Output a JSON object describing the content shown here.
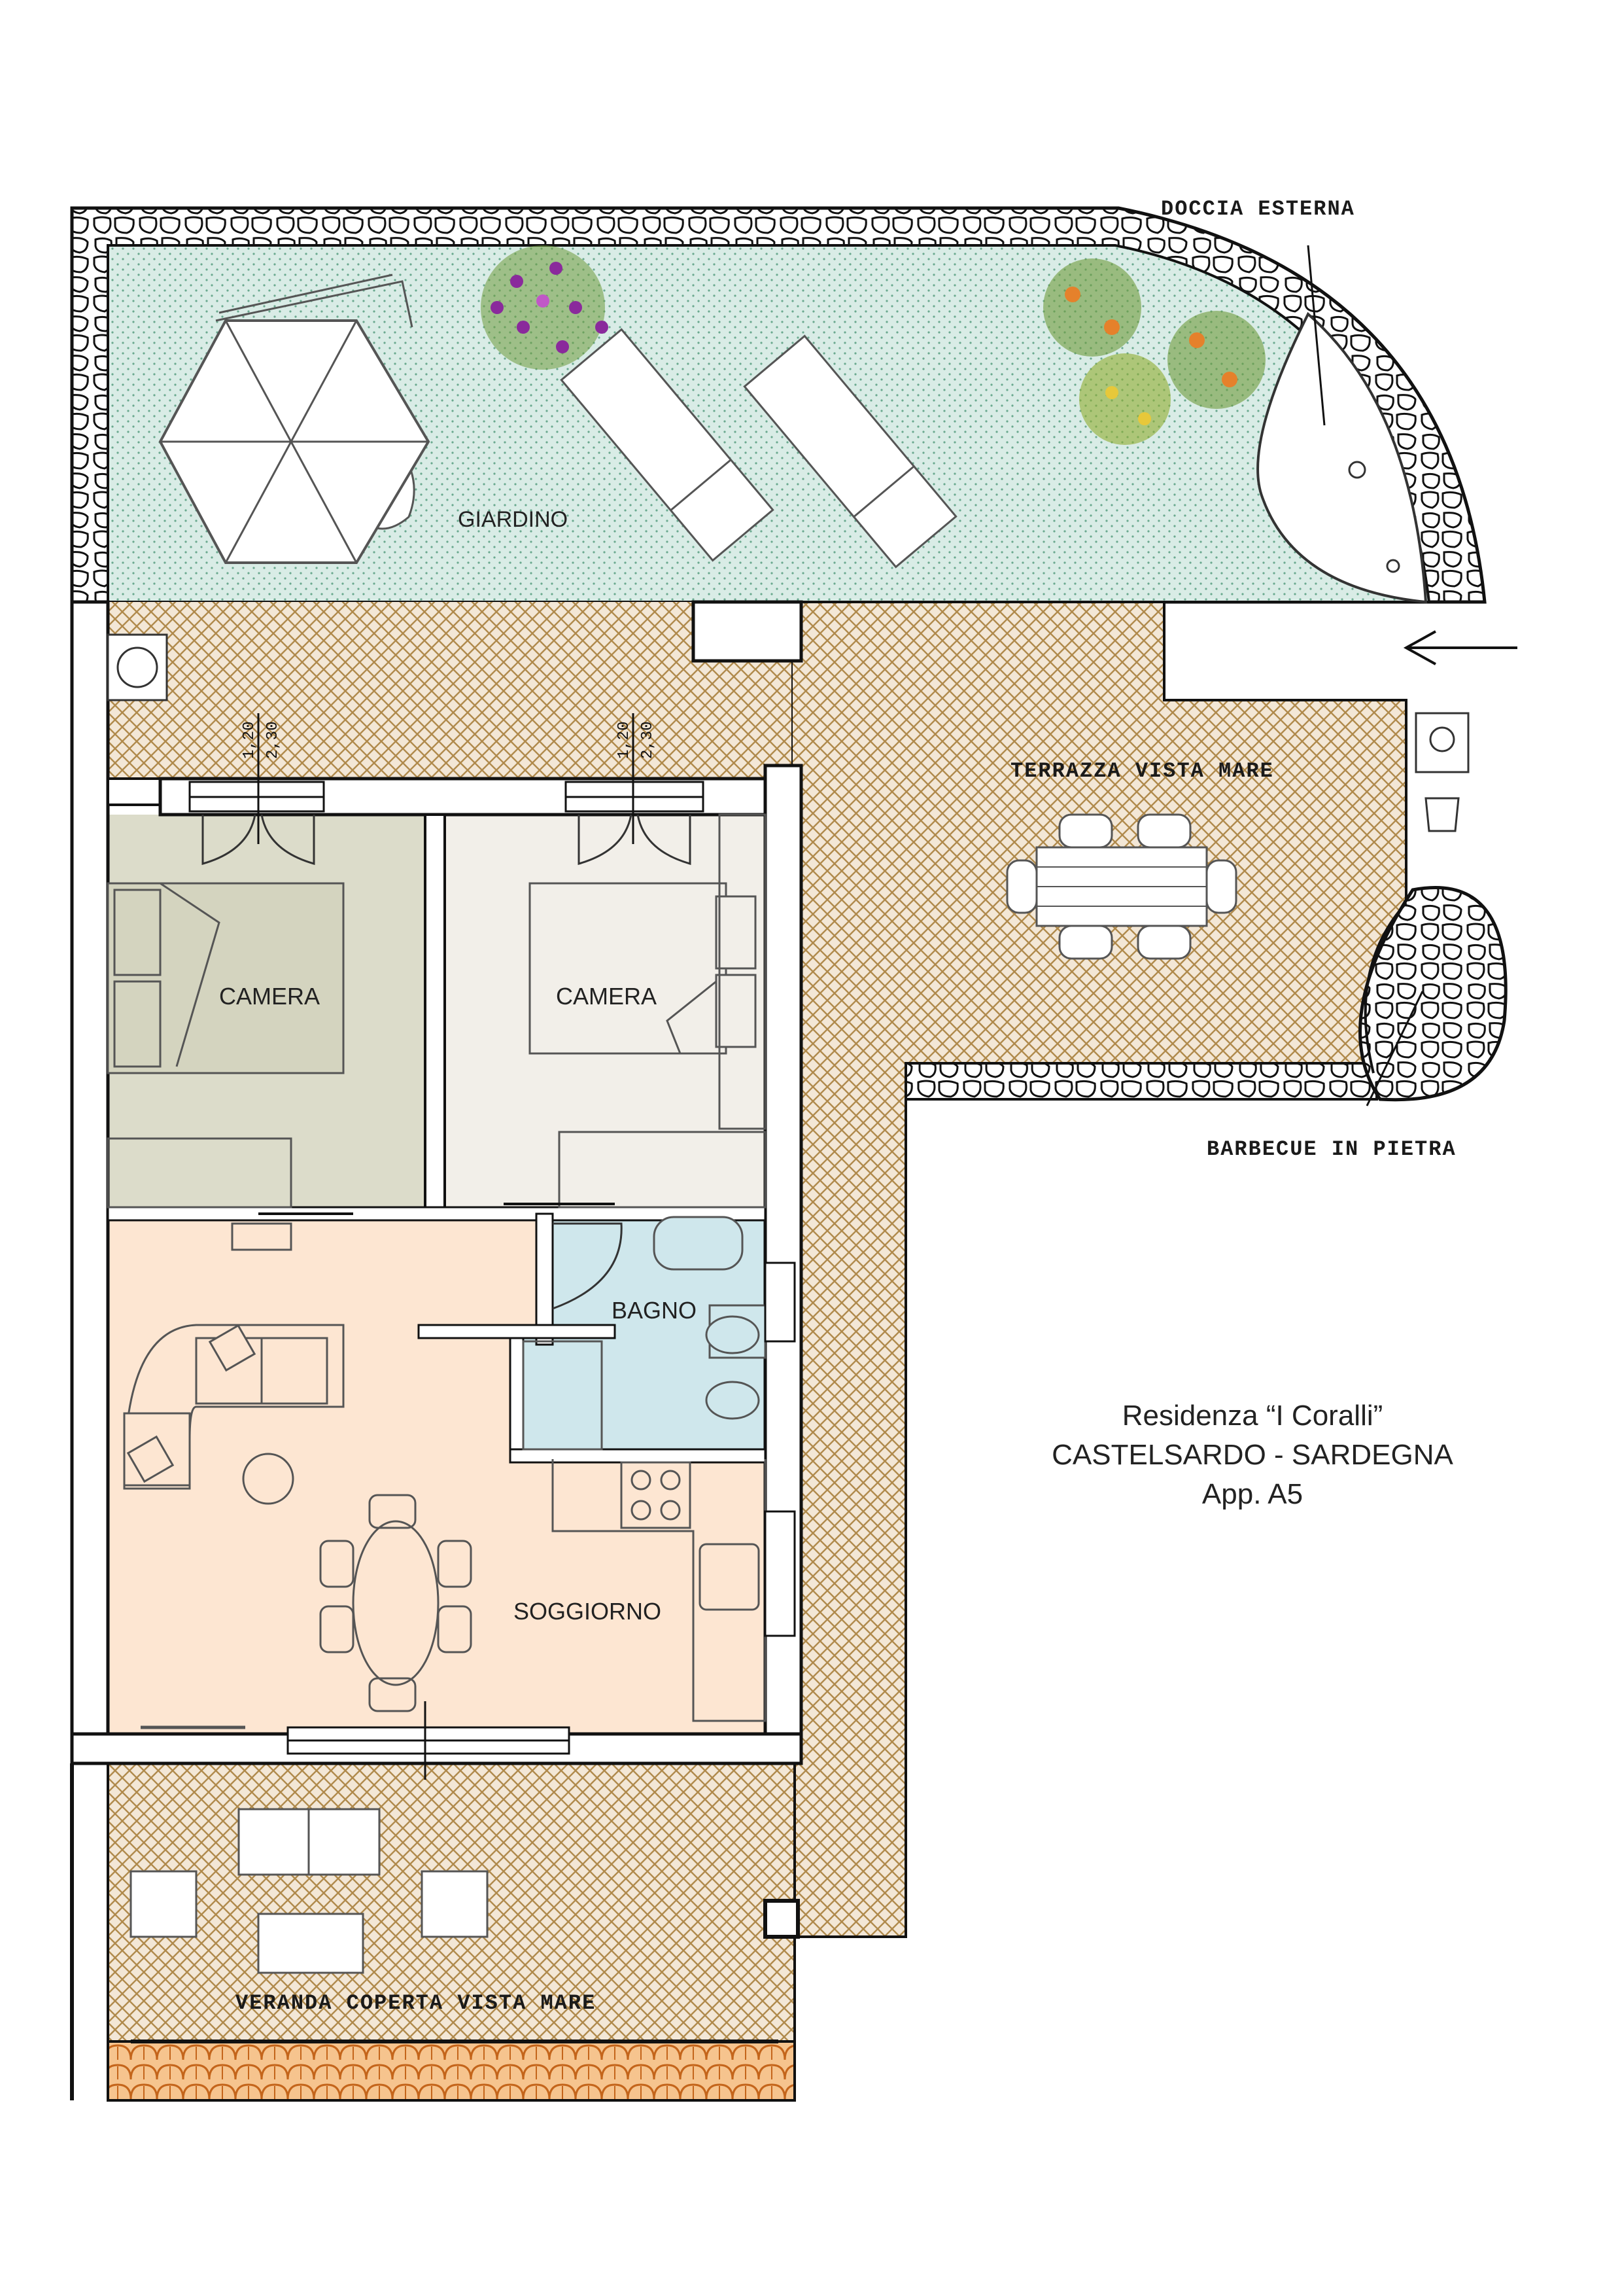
{
  "rooms": {
    "garden": "GIARDINO",
    "bedroom_1": "CAMERA",
    "bedroom_2": "CAMERA",
    "bathroom": "BAGNO",
    "living": "SOGGIORNO"
  },
  "annotations": {
    "outdoor_shower": "DOCCIA ESTERNA",
    "terrace": "TERRAZZA VISTA MARE",
    "barbecue": "BARBECUE IN PIETRA",
    "veranda": "VERANDA COPERTA VISTA MARE"
  },
  "window_dims": {
    "w1_width": "1,20",
    "w1_height": "2,30",
    "w2_width": "1,20",
    "w2_height": "2,30"
  },
  "title_block": {
    "line1": "Residenza “I Coralli”",
    "line2": "CASTELSARDO - SARDEGNA",
    "line3": "App.  A5"
  },
  "icons": {
    "entry_arrow": "entry-arrow-icon",
    "umbrella": "umbrella-icon",
    "shower": "shower-icon"
  },
  "colors": {
    "garden": "#d9ece6",
    "paving": "#f3e7d6",
    "paving_line": "#b08a4c",
    "bedroom_1": "#dcdcca",
    "bedroom_2": "#f2efe9",
    "living": "#fde6d2",
    "bathroom": "#cfe7ec",
    "roof_tiles": "#e8953e"
  }
}
